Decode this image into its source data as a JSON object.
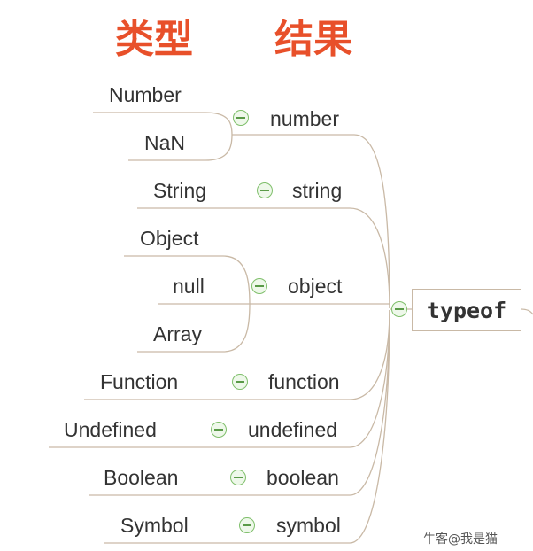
{
  "headings": {
    "type_col": "类型",
    "result_col": "结果"
  },
  "root": {
    "label": "typeof"
  },
  "results": [
    {
      "label": "number",
      "types": [
        "Number",
        "NaN"
      ]
    },
    {
      "label": "string",
      "types": [
        "String"
      ]
    },
    {
      "label": "object",
      "types": [
        "Object",
        "null",
        "Array"
      ]
    },
    {
      "label": "function",
      "types": [
        "Function"
      ]
    },
    {
      "label": "undefined",
      "types": [
        "Undefined"
      ]
    },
    {
      "label": "boolean",
      "types": [
        "Boolean"
      ]
    },
    {
      "label": "symbol",
      "types": [
        "Symbol"
      ]
    }
  ],
  "watermark": "牛客@我是猫",
  "colors": {
    "line": "#c9b9a6",
    "heading": "#e8502a",
    "collapse_icon": "#7fbf6b"
  }
}
